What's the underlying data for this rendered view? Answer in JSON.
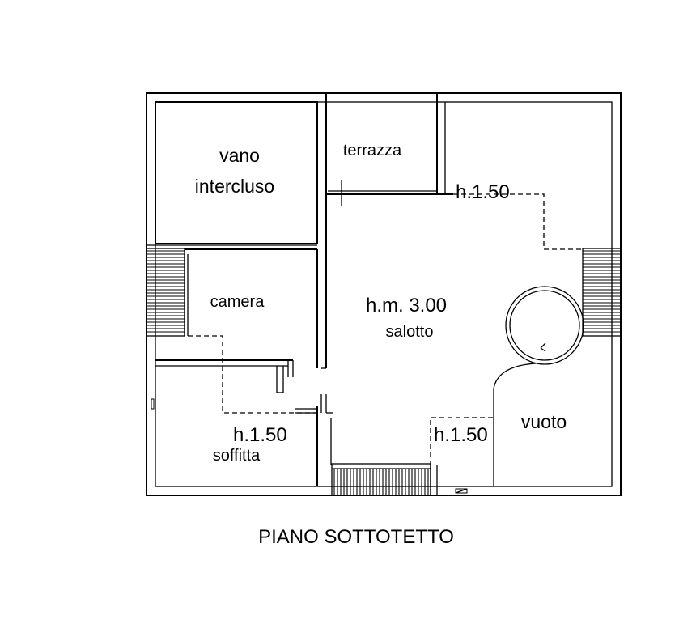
{
  "plan": {
    "title": "PIANO SOTTOTETTO",
    "rooms": {
      "vano_line1": "vano",
      "vano_line2": "intercluso",
      "terrazza": "terrazza",
      "camera": "camera",
      "salotto_height": "h.m. 3.00",
      "salotto": "salotto",
      "vuoto": "vuoto",
      "soffitta": "soffitta"
    },
    "heights": {
      "top_right": "h.1.50",
      "bottom_left": "h.1.50",
      "bottom_mid": "h.1.50"
    }
  }
}
